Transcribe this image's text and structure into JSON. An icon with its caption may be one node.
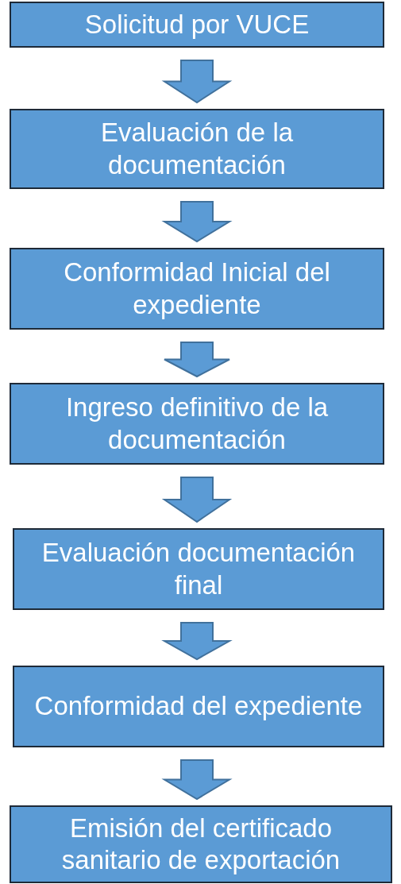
{
  "diagram": {
    "nodes": [
      {
        "text": [
          "Solicitud por VUCE"
        ]
      },
      {
        "text": [
          "Evaluación de la documentación"
        ]
      },
      {
        "text": [
          "Conformidad Inicial del expediente"
        ]
      },
      {
        "text": [
          "Ingreso definitivo de la documentación"
        ]
      },
      {
        "text": [
          "Evaluación documentación final"
        ]
      },
      {
        "text": [
          "Conformidad del expediente"
        ]
      },
      {
        "text": [
          "Emisión del certificado sanitario de exportación"
        ]
      }
    ],
    "edges": [
      {
        "from": 0,
        "to": 1,
        "arrow": "to"
      },
      {
        "from": 1,
        "to": 2,
        "arrow": "to"
      },
      {
        "from": 2,
        "to": 3,
        "arrow": "to"
      },
      {
        "from": 3,
        "to": 4,
        "arrow": "to"
      },
      {
        "from": 4,
        "to": 5,
        "arrow": "to"
      },
      {
        "from": 5,
        "to": 6,
        "arrow": "to"
      }
    ]
  }
}
